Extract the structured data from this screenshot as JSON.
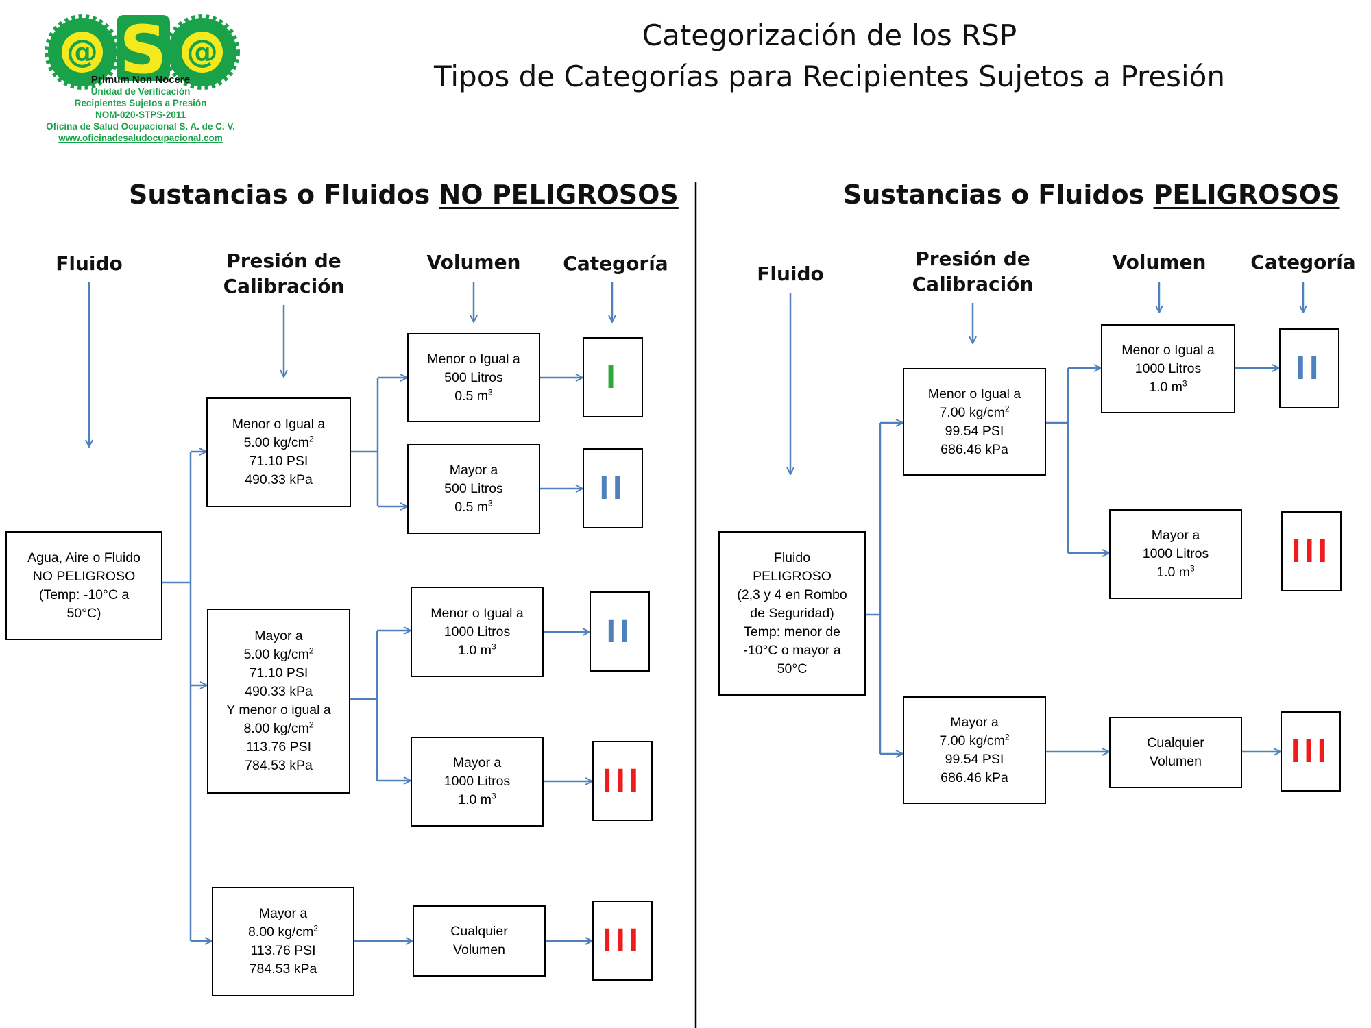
{
  "title": {
    "line1": "Categorización de los RSP",
    "line2": "Tipos de Categorías para Recipientes Sujetos a Presión"
  },
  "logo": {
    "motto": "Primum Non Nocere",
    "line1": "Unidad de Verificación",
    "line2": "Recipientes Sujetos a Presión",
    "line3": "NOM-020-STPS-2011",
    "line4": "Oficina de Salud Ocupacional S. A. de C. V.",
    "line5": "www.oficinadesaludocupacional.com",
    "mark_left": "@",
    "mark_center": "S",
    "mark_right": "@",
    "color": "#1aa24a"
  },
  "colors": {
    "arrow": "#4f81bd",
    "cat_I": "#2ea83a",
    "cat_II": "#4f81bd",
    "cat_III": "#ee1c1c"
  },
  "left": {
    "title_plain": "Sustancias o Fluidos ",
    "title_underlined": "NO PELIGROSOS",
    "headers": {
      "fluid": "Fluido",
      "pressure1": "Presión de",
      "pressure2": "Calibración",
      "volume": "Volumen",
      "category": "Categoría"
    },
    "fluid_box": [
      "Agua, Aire o Fluido",
      "NO PELIGROSO",
      "(Temp: -10°C a",
      "50°C)"
    ],
    "p1": {
      "l1": "Menor o Igual a",
      "kg": "5.00 kg/cm",
      "sup": "2",
      "psi": "71.10 PSI",
      "kpa": "490.33 kPa"
    },
    "p2": {
      "l1": "Mayor a",
      "kg": "5.00 kg/cm",
      "sup": "2",
      "psi": "71.10 PSI",
      "kpa": "490.33 kPa",
      "l5": "Y menor o igual a",
      "kg2": "8.00 kg/cm",
      "sup2": "2",
      "psi2": "113.76 PSI",
      "kpa2": "784.53 kPa"
    },
    "p3": {
      "l1": "Mayor a",
      "kg": "8.00 kg/cm",
      "sup": "2",
      "psi": "113.76 PSI",
      "kpa": "784.53 kPa"
    },
    "v1": {
      "l1": "Menor o Igual a",
      "l2": "500 Litros",
      "l3": "0.5 m",
      "sup": "3"
    },
    "v2": {
      "l1": "Mayor  a",
      "l2": "500 Litros",
      "l3": "0.5 m",
      "sup": "3"
    },
    "v3": {
      "l1": "Menor o Igual a",
      "l2": "1000 Litros",
      "l3": "1.0 m",
      "sup": "3"
    },
    "v4": {
      "l1": "Mayor  a",
      "l2": "1000 Litros",
      "l3": "1.0 m",
      "sup": "3"
    },
    "v5": {
      "l1": "Cualquier",
      "l2": "Volumen"
    },
    "c1": "I",
    "c2": "II",
    "c3": "II",
    "c4": "III",
    "c5": "III"
  },
  "right": {
    "title_plain": "Sustancias o Fluidos  ",
    "title_underlined": "PELIGROSOS",
    "headers": {
      "fluid": "Fluido",
      "pressure1": "Presión de",
      "pressure2": "Calibración",
      "volume": "Volumen",
      "category": "Categoría"
    },
    "fluid_box": [
      "Fluido",
      "PELIGROSO",
      "(2,3 y 4 en Rombo",
      "de Seguridad)",
      "Temp: menor de",
      "-10°C o mayor a",
      "50°C"
    ],
    "p1": {
      "l1": "Menor o Igual a",
      "kg": "7.00 kg/cm",
      "sup": "2",
      "psi": "99.54 PSI",
      "kpa": "686.46 kPa"
    },
    "p2": {
      "l1": "Mayor a",
      "kg": "7.00 kg/cm",
      "sup": "2",
      "psi": "99.54 PSI",
      "kpa": "686.46 kPa"
    },
    "v1": {
      "l1": "Menor o Igual a",
      "l2": "1000 Litros",
      "l3": "1.0 m",
      "sup": "3"
    },
    "v2": {
      "l1": "Mayor  a",
      "l2": "1000 Litros",
      "l3": "1.0 m",
      "sup": "3"
    },
    "v3": {
      "l1": "Cualquier",
      "l2": "Volumen"
    },
    "c1": "II",
    "c2": "III",
    "c3": "III"
  }
}
